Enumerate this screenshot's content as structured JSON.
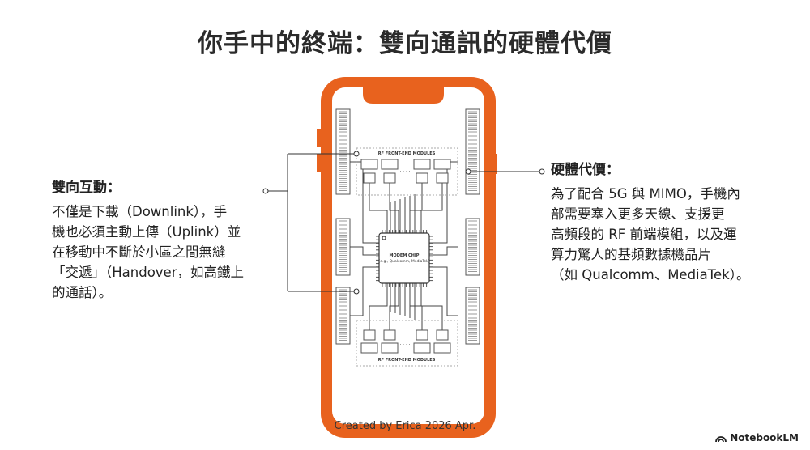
{
  "title": "你手中的終端：雙向通訊的硬體代價",
  "left": {
    "heading": "雙向互動：",
    "lines": [
      "不僅是下載（Downlink），手",
      "機也必須主動上傳（Uplink）並",
      "在移動中不斷於小區之間無縫",
      "「交遞」（Handover，如高鐵上",
      "的通話）。"
    ]
  },
  "right": {
    "heading": "硬體代價：",
    "lines": [
      "為了配合 5G 與 MIMO，手機內",
      "部需要塞入更多天線、支援更",
      "高頻段的 RF 前端模組，以及運",
      "算力驚人的基頻數據機晶片",
      "（如 Qualcomm、MediaTek）。"
    ]
  },
  "diagram": {
    "top_module_label": "RF FRONT-END MODULES",
    "bottom_module_label": "RF FRONT-END MODULES",
    "chip_label": "MODEM CHIP",
    "chip_sublabel": "(e.g., Qualcomm, MediaTek)",
    "dots": "· · · ·",
    "phone_color": "#e8621e"
  },
  "footer": {
    "credit": "Created by Erica 2026 Apr.",
    "brand": "NotebookLM"
  }
}
